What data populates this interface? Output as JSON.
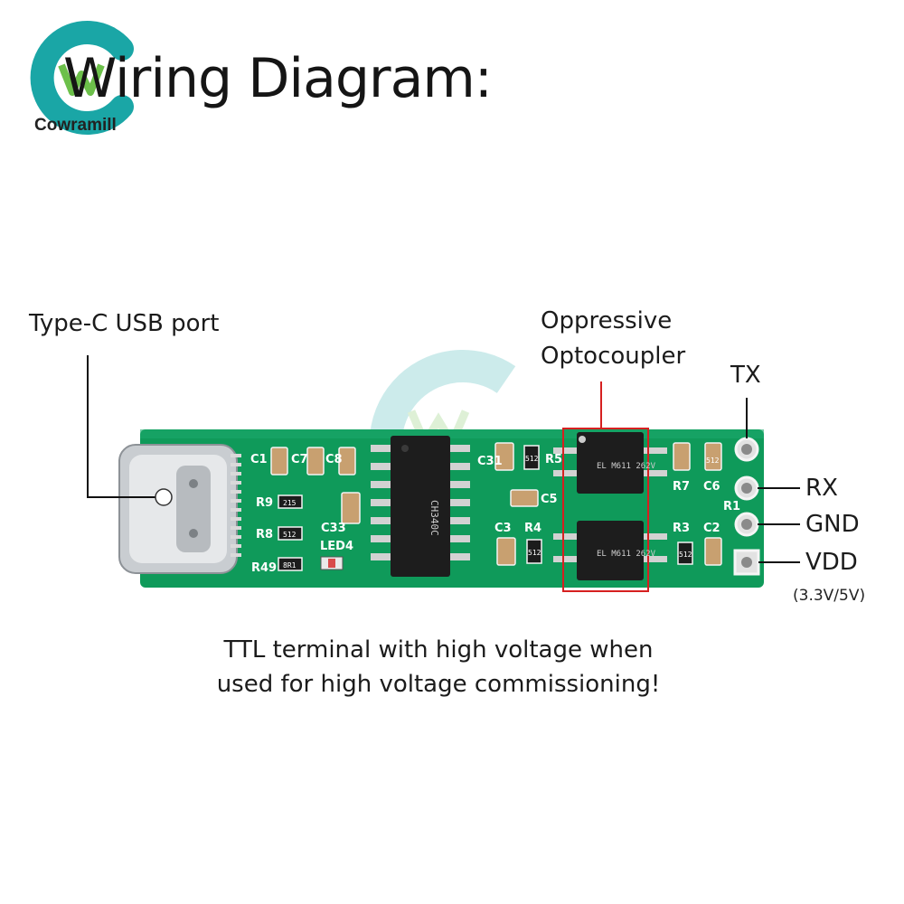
{
  "header": {
    "title": "Wiring Diagram:",
    "brand": "Cowramill"
  },
  "labels": {
    "usb_port": "Type-C USB port",
    "optocoupler_line1": "Oppressive",
    "optocoupler_line2": "Optocoupler",
    "tx": "TX",
    "rx": "RX",
    "gnd": "GND",
    "vdd": "VDD",
    "vdd_range": "(3.3V/5V)"
  },
  "board": {
    "silkscreen": [
      "C1",
      "C7",
      "C8",
      "R9",
      "R8",
      "R49",
      "C33",
      "LED4",
      "C31",
      "R5",
      "C5",
      "C3",
      "R4",
      "R7",
      "C6",
      "R3",
      "C2",
      "R1"
    ],
    "main_chip": "CH340C",
    "opto_chip_top": "EL M611 262V",
    "opto_chip_bottom": "EL M611 262V",
    "resistor_codes": [
      "215",
      "512",
      "8R1",
      "512",
      "512",
      "512",
      "512"
    ]
  },
  "note": {
    "line1": "TTL terminal with high voltage when",
    "line2": "used for high voltage commissioning!"
  },
  "colors": {
    "pcb": "#0f9a5a",
    "pcb_dark": "#0b7f48",
    "highlight_box": "#d62020",
    "logo_teal": "#1aa6a6",
    "logo_green": "#6cc04a"
  }
}
